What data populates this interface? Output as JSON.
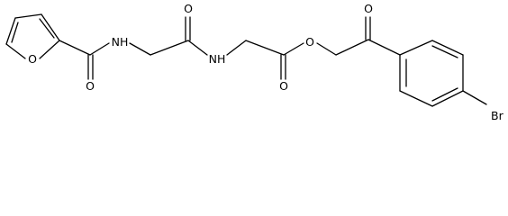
{
  "molecule": {
    "atoms": {
      "furan_o": "O",
      "amide1_o": "O",
      "amide1_nh": "NH",
      "amide2_o": "O",
      "amide2_nh": "NH",
      "ester_carbonyl_o": "O",
      "ester_o": "O",
      "ketone_o": "O",
      "bromine": "Br"
    }
  }
}
